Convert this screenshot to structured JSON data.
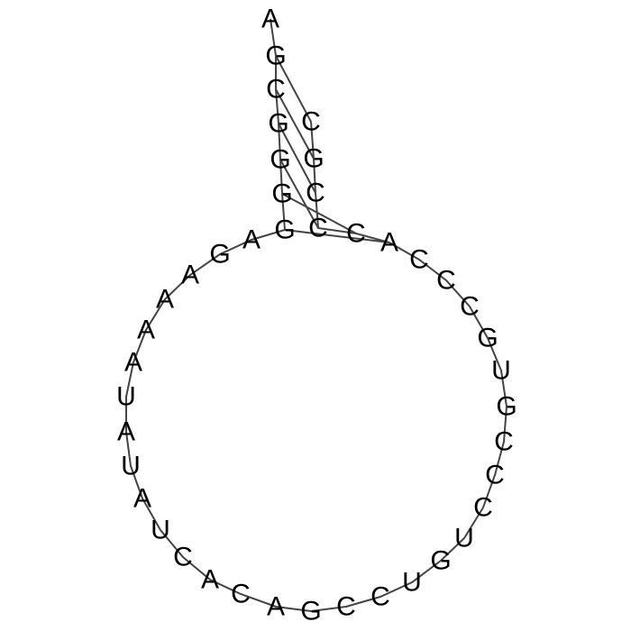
{
  "structure": {
    "sequence": [
      "A",
      "G",
      "C",
      "G",
      "G",
      "G",
      "G",
      "A",
      "G",
      "A",
      "A",
      "A",
      "A",
      "U",
      "A",
      "U",
      "A",
      "U",
      "C",
      "A",
      "C",
      "A",
      "G",
      "C",
      "C",
      "U",
      "G",
      "U",
      "C",
      "C",
      "C",
      "G",
      "U",
      "G",
      "C",
      "C",
      "C",
      "A",
      "C",
      "C",
      "C",
      "G",
      "C"
    ],
    "pairs": [
      [
        1,
        42
      ],
      [
        2,
        41
      ],
      [
        3,
        40
      ],
      [
        4,
        39
      ],
      [
        5,
        38
      ],
      [
        6,
        37
      ]
    ]
  },
  "colors": {
    "letter": "#000000",
    "line": "#444444",
    "background": "#ffffff"
  }
}
